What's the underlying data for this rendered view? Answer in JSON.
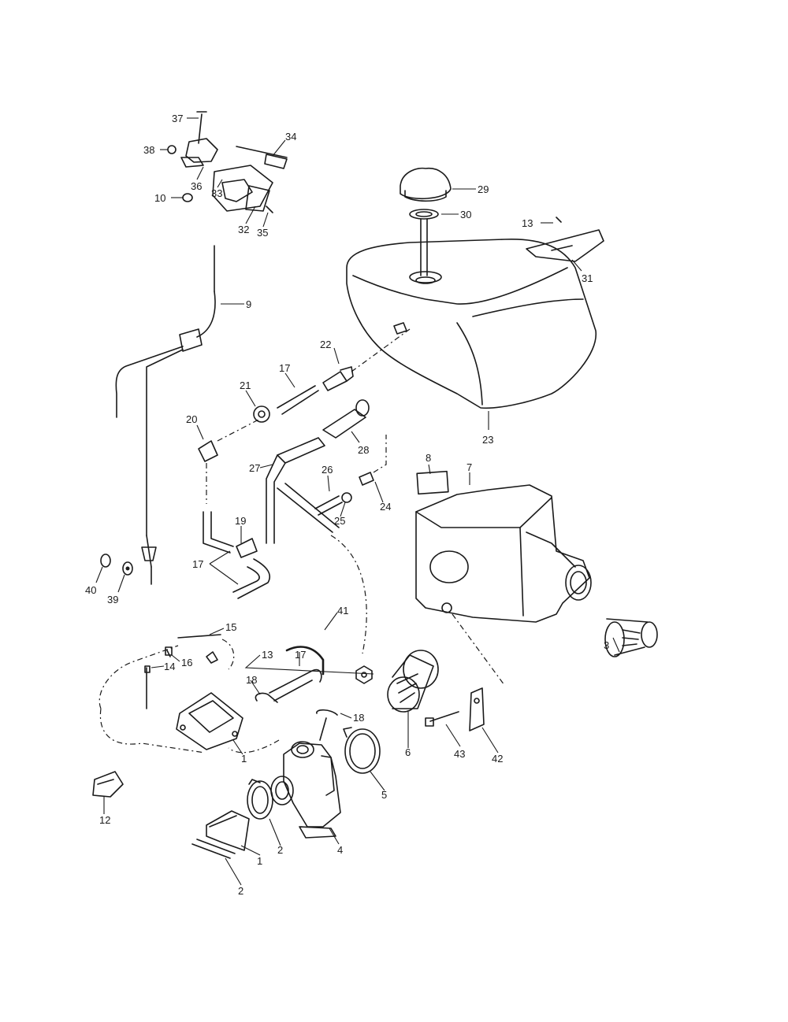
{
  "callouts": [
    {
      "id": "c37",
      "label": "37"
    },
    {
      "id": "c34",
      "label": "34"
    },
    {
      "id": "c38",
      "label": "38"
    },
    {
      "id": "c36",
      "label": "36"
    },
    {
      "id": "c10",
      "label": "10"
    },
    {
      "id": "c33",
      "label": "33"
    },
    {
      "id": "c32",
      "label": "32"
    },
    {
      "id": "c35",
      "label": "35"
    },
    {
      "id": "c29",
      "label": "29"
    },
    {
      "id": "c30",
      "label": "30"
    },
    {
      "id": "c13a",
      "label": "13"
    },
    {
      "id": "c31",
      "label": "31"
    },
    {
      "id": "c9",
      "label": "9"
    },
    {
      "id": "c22",
      "label": "22"
    },
    {
      "id": "c17a",
      "label": "17"
    },
    {
      "id": "c21",
      "label": "21"
    },
    {
      "id": "c20",
      "label": "20"
    },
    {
      "id": "c23",
      "label": "23"
    },
    {
      "id": "c28",
      "label": "28"
    },
    {
      "id": "c8",
      "label": "8"
    },
    {
      "id": "c7",
      "label": "7"
    },
    {
      "id": "c27",
      "label": "27"
    },
    {
      "id": "c26",
      "label": "26"
    },
    {
      "id": "c24",
      "label": "24"
    },
    {
      "id": "c25",
      "label": "25"
    },
    {
      "id": "c19",
      "label": "19"
    },
    {
      "id": "c17b",
      "label": "17"
    },
    {
      "id": "c40",
      "label": "40"
    },
    {
      "id": "c39",
      "label": "39"
    },
    {
      "id": "c41",
      "label": "41"
    },
    {
      "id": "c3",
      "label": "3"
    },
    {
      "id": "c15",
      "label": "15"
    },
    {
      "id": "c16",
      "label": "16"
    },
    {
      "id": "c14",
      "label": "14"
    },
    {
      "id": "c13b",
      "label": "13"
    },
    {
      "id": "c17c",
      "label": "17"
    },
    {
      "id": "c18a",
      "label": "18"
    },
    {
      "id": "c18b",
      "label": "18"
    },
    {
      "id": "c1a",
      "label": "1"
    },
    {
      "id": "c6",
      "label": "6"
    },
    {
      "id": "c43",
      "label": "43"
    },
    {
      "id": "c42",
      "label": "42"
    },
    {
      "id": "c12",
      "label": "12"
    },
    {
      "id": "c5",
      "label": "5"
    },
    {
      "id": "c2a",
      "label": "2"
    },
    {
      "id": "c4",
      "label": "4"
    },
    {
      "id": "c1b",
      "label": "1"
    },
    {
      "id": "c2b",
      "label": "2"
    }
  ]
}
